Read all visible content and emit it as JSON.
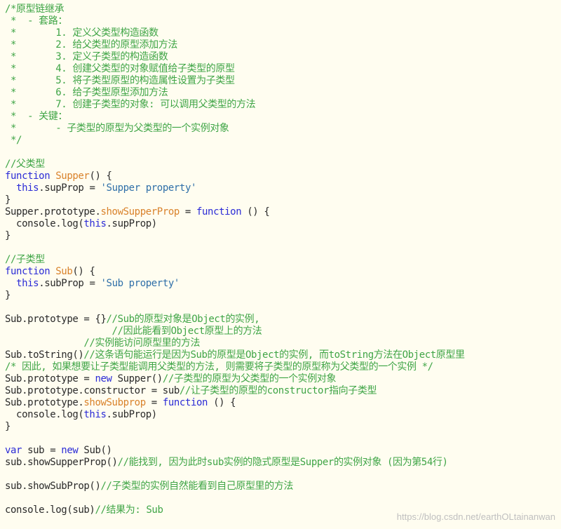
{
  "editor": {
    "lines": [
      {
        "tokens": [
          {
            "t": "/*原型链继承",
            "c": "c"
          }
        ]
      },
      {
        "tokens": [
          {
            "t": " *  - 套路：",
            "c": "c"
          }
        ]
      },
      {
        "tokens": [
          {
            "t": " *       1. 定义父类型构造函数",
            "c": "c"
          }
        ]
      },
      {
        "tokens": [
          {
            "t": " *       2. 给父类型的原型添加方法",
            "c": "c"
          }
        ]
      },
      {
        "tokens": [
          {
            "t": " *       3. 定义子类型的构造函数",
            "c": "c"
          }
        ]
      },
      {
        "tokens": [
          {
            "t": " *       4. 创建父类型的对象赋值给子类型的原型",
            "c": "c"
          }
        ]
      },
      {
        "tokens": [
          {
            "t": " *       5. 将子类型原型的构造属性设置为子类型",
            "c": "c"
          }
        ]
      },
      {
        "tokens": [
          {
            "t": " *       6. 给子类型原型添加方法",
            "c": "c"
          }
        ]
      },
      {
        "tokens": [
          {
            "t": " *       7. 创建子类型的对象: 可以调用父类型的方法",
            "c": "c"
          }
        ]
      },
      {
        "tokens": [
          {
            "t": " *  - 关键：",
            "c": "c"
          }
        ]
      },
      {
        "tokens": [
          {
            "t": " *       - 子类型的原型为父类型的一个实例对象",
            "c": "c"
          }
        ]
      },
      {
        "tokens": [
          {
            "t": " */",
            "c": "c"
          }
        ]
      },
      {
        "tokens": []
      },
      {
        "tokens": [
          {
            "t": "//父类型",
            "c": "c"
          }
        ]
      },
      {
        "tokens": [
          {
            "t": "function",
            "c": "k"
          },
          {
            "t": " ",
            "c": "p"
          },
          {
            "t": "Supper",
            "c": "f"
          },
          {
            "t": "() {",
            "c": "p"
          }
        ]
      },
      {
        "tokens": [
          {
            "t": "  ",
            "c": "p"
          },
          {
            "t": "this",
            "c": "k"
          },
          {
            "t": ".supProp = ",
            "c": "p"
          },
          {
            "t": "'Supper property'",
            "c": "s"
          }
        ]
      },
      {
        "tokens": [
          {
            "t": "}",
            "c": "p"
          }
        ]
      },
      {
        "tokens": [
          {
            "t": "Supper.prototype.",
            "c": "p"
          },
          {
            "t": "showSupperProp",
            "c": "f"
          },
          {
            "t": " = ",
            "c": "p"
          },
          {
            "t": "function",
            "c": "k"
          },
          {
            "t": " () {",
            "c": "p"
          }
        ]
      },
      {
        "tokens": [
          {
            "t": "  console.log(",
            "c": "p"
          },
          {
            "t": "this",
            "c": "k"
          },
          {
            "t": ".supProp)",
            "c": "p"
          }
        ]
      },
      {
        "tokens": [
          {
            "t": "}",
            "c": "p"
          }
        ]
      },
      {
        "tokens": []
      },
      {
        "tokens": [
          {
            "t": "//子类型",
            "c": "c"
          }
        ]
      },
      {
        "tokens": [
          {
            "t": "function",
            "c": "k"
          },
          {
            "t": " ",
            "c": "p"
          },
          {
            "t": "Sub",
            "c": "f"
          },
          {
            "t": "() {",
            "c": "p"
          }
        ]
      },
      {
        "tokens": [
          {
            "t": "  ",
            "c": "p"
          },
          {
            "t": "this",
            "c": "k"
          },
          {
            "t": ".subProp = ",
            "c": "p"
          },
          {
            "t": "'Sub property'",
            "c": "s"
          }
        ]
      },
      {
        "tokens": [
          {
            "t": "}",
            "c": "p"
          }
        ]
      },
      {
        "tokens": []
      },
      {
        "tokens": [
          {
            "t": "Sub.prototype = {}",
            "c": "p"
          },
          {
            "t": "//Sub的原型对象是Object的实例,",
            "c": "c"
          }
        ]
      },
      {
        "tokens": [
          {
            "t": "                   ",
            "c": "p"
          },
          {
            "t": "//因此能看到Object原型上的方法",
            "c": "c"
          }
        ]
      },
      {
        "tokens": [
          {
            "t": "              ",
            "c": "p"
          },
          {
            "t": "//实例能访问原型里的方法",
            "c": "c"
          }
        ]
      },
      {
        "tokens": [
          {
            "t": "Sub.toString()",
            "c": "p"
          },
          {
            "t": "//这条语句能运行是因为Sub的原型是Object的实例, 而toString方法在Object原型里",
            "c": "c"
          }
        ]
      },
      {
        "tokens": [
          {
            "t": "/* 因此, 如果想要让子类型能调用父类型的方法, 则需要将子类型的原型称为父类型的一个实例 */",
            "c": "c"
          }
        ]
      },
      {
        "tokens": [
          {
            "t": "Sub.prototype = ",
            "c": "p"
          },
          {
            "t": "new",
            "c": "k"
          },
          {
            "t": " Supper()",
            "c": "p"
          },
          {
            "t": "//子类型的原型为父类型的一个实例对象",
            "c": "c"
          }
        ]
      },
      {
        "tokens": [
          {
            "t": "Sub.prototype.constructor = sub",
            "c": "p"
          },
          {
            "t": "//让子类型的原型的constructor指向子类型",
            "c": "c"
          }
        ]
      },
      {
        "tokens": [
          {
            "t": "Sub.prototype.",
            "c": "p"
          },
          {
            "t": "showSubprop",
            "c": "f"
          },
          {
            "t": " = ",
            "c": "p"
          },
          {
            "t": "function",
            "c": "k"
          },
          {
            "t": " () {",
            "c": "p"
          }
        ]
      },
      {
        "tokens": [
          {
            "t": "  console.log(",
            "c": "p"
          },
          {
            "t": "this",
            "c": "k"
          },
          {
            "t": ".subProp)",
            "c": "p"
          }
        ]
      },
      {
        "tokens": [
          {
            "t": "}",
            "c": "p"
          }
        ]
      },
      {
        "tokens": []
      },
      {
        "tokens": [
          {
            "t": "var",
            "c": "k"
          },
          {
            "t": " sub = ",
            "c": "p"
          },
          {
            "t": "new",
            "c": "k"
          },
          {
            "t": " Sub()",
            "c": "p"
          }
        ]
      },
      {
        "tokens": [
          {
            "t": "sub.showSupperProp()",
            "c": "p"
          },
          {
            "t": "//能找到, 因为此时sub实例的隐式原型是Supper的实例对象 (因为第54行)",
            "c": "c"
          }
        ]
      },
      {
        "tokens": []
      },
      {
        "tokens": [
          {
            "t": "sub.showSubProp()",
            "c": "p"
          },
          {
            "t": "//子类型的实例自然能看到自己原型里的方法",
            "c": "c"
          }
        ]
      },
      {
        "tokens": []
      },
      {
        "tokens": [
          {
            "t": "console.log(sub)",
            "c": "p"
          },
          {
            "t": "//结果为: Sub",
            "c": "c"
          }
        ]
      }
    ]
  },
  "watermark": "https://blog.csdn.net/earthOLtainanwan",
  "colors": {
    "background": "#fffdf0",
    "comment": "#3fa546",
    "keyword": "#2b2bd6",
    "function_name": "#d9822b",
    "string": "#2f6fa8",
    "plain": "#2a2a2a"
  }
}
